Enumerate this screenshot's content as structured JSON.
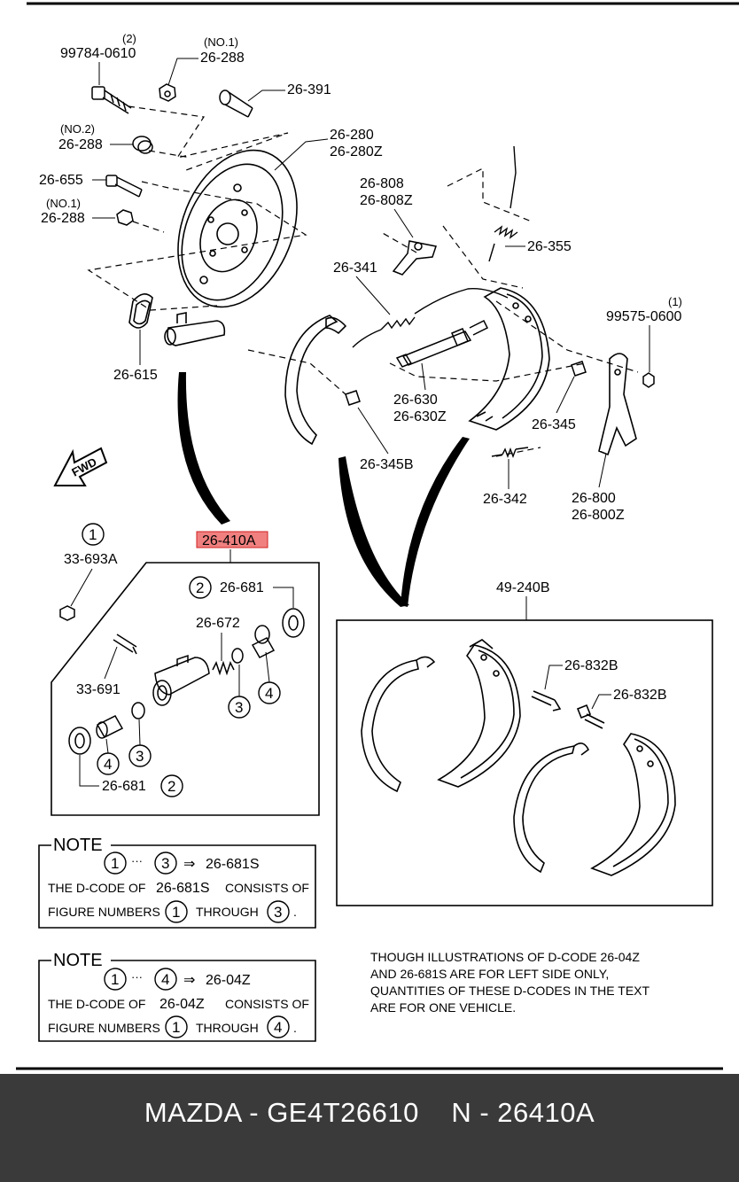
{
  "labels": {
    "p99784": "99784-0610",
    "p99784_qty": "(2)",
    "p26288_no1_top_note": "(NO.1)",
    "p26288_no1_top": "26-288",
    "p26391": "26-391",
    "p26288_no2_note": "(NO.2)",
    "p26288_no2": "26-288",
    "p26280": "26-280",
    "p26280z": "26-280Z",
    "p26655": "26-655",
    "p26288_no1_bot_note": "(NO.1)",
    "p26288_no1_bot": "26-288",
    "p26808": "26-808",
    "p26808z": "26-808Z",
    "p26355": "26-355",
    "p26341": "26-341",
    "p99575_qty": "(1)",
    "p99575": "99575-0600",
    "p26615": "26-615",
    "p26630": "26-630",
    "p26630z": "26-630Z",
    "p26345": "26-345",
    "p26345b": "26-345B",
    "p26342": "26-342",
    "p26800": "26-800",
    "p26800z": "26-800Z",
    "fwd": "FWD",
    "highlight": "26-410A",
    "p33693a_num": "1",
    "p33693a": "33-693A",
    "p26681_top_num": "2",
    "p26681_top": "26-681",
    "p26672": "26-672",
    "p33691": "33-691",
    "num3a": "3",
    "num4a": "4",
    "num4b": "4",
    "num3b": "3",
    "p26681_bot": "26-681",
    "p26681_bot_num": "2",
    "p49240b": "49-240B",
    "p26832b_1": "26-832B",
    "p26832b_2": "26-832B"
  },
  "note1": {
    "title": "NOTE",
    "from_num": "1",
    "dots": "···",
    "to_num": "3",
    "arrow": "⇒",
    "code": "26-681S",
    "line1a": "THE D-CODE OF",
    "line1b": "26-681S",
    "line1c": "CONSISTS OF",
    "line2a": "FIGURE NUMBERS",
    "line2b": "1",
    "line2c": "THROUGH",
    "line2d": "3",
    "line2e": "."
  },
  "note2": {
    "title": "NOTE",
    "from_num": "1",
    "dots": "···",
    "to_num": "4",
    "arrow": "⇒",
    "code": "26-04Z",
    "line1a": "THE D-CODE OF",
    "line1b": "26-04Z",
    "line1c": "CONSISTS OF",
    "line2a": "FIGURE NUMBERS",
    "line2b": "1",
    "line2c": "THROUGH",
    "line2d": "4",
    "line2e": "."
  },
  "remark": {
    "line1": "THOUGH ILLUSTRATIONS OF D-CODE 26-04Z",
    "line2": "AND 26-681S ARE FOR LEFT SIDE ONLY,",
    "line3": "QUANTITIES OF THESE D-CODES IN THE TEXT",
    "line4": "ARE FOR ONE VEHICLE."
  },
  "footer": {
    "title": "MAZDA - GE4T26610    N - 26410A"
  },
  "colors": {
    "highlight_fill": "#f08080",
    "highlight_stroke": "#d02020",
    "footer_bg": "#3a3a3a"
  }
}
